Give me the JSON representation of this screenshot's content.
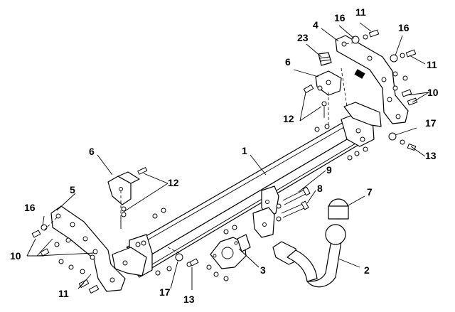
{
  "callouts": [
    "1",
    "2",
    "3",
    "4",
    "5",
    "6",
    "6",
    "7",
    "8",
    "9",
    "10",
    "10",
    "11",
    "11",
    "11",
    "12",
    "12",
    "13",
    "13",
    "16",
    "16",
    "16",
    "17",
    "17",
    "23"
  ]
}
